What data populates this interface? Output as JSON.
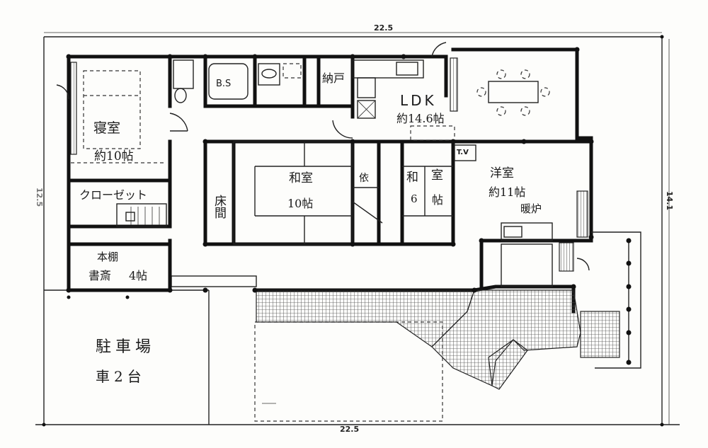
{
  "dimensions": {
    "top": "22.5",
    "bottom": "22.5",
    "right": "14.1",
    "left": "12.5"
  },
  "rooms": {
    "bedroom": {
      "name": "寝室",
      "area": "約10帖"
    },
    "closet": {
      "name": "クローゼット"
    },
    "bs": {
      "name": "B.S"
    },
    "storage": {
      "name": "納戸"
    },
    "ldk": {
      "name": "LDK",
      "area": "約14.6帖"
    },
    "tatami_main": {
      "name": "和室",
      "area": "10帖"
    },
    "alcove": {
      "name": "床間"
    },
    "tatami_small": {
      "name": "和",
      "name2": "室",
      "num": "6",
      "unit": "帖"
    },
    "closet_small": {
      "name": "依"
    },
    "western": {
      "name": "洋室",
      "area": "約11帖"
    },
    "fireplace": {
      "name": "暖炉"
    },
    "tv": {
      "name": "T.V"
    },
    "study": {
      "name": "書斎",
      "area": "4帖",
      "shelf": "本棚"
    },
    "parking": {
      "name": "駐車場",
      "capacity": "車2台"
    }
  }
}
